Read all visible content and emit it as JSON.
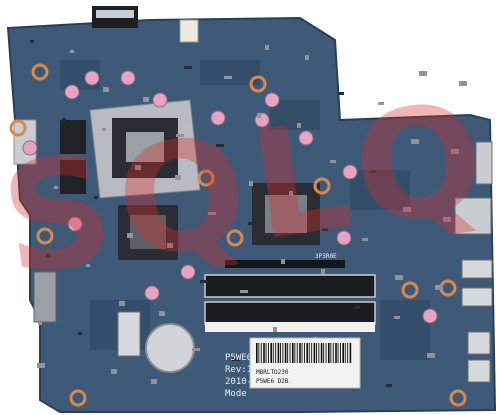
{
  "photo": {
    "subject": "laptop motherboard",
    "colors": {
      "pcb": "#3e5a78",
      "pcb_dark": "#2c4560",
      "pad": "#d98a4a",
      "chip": "#2a2e34",
      "capacitor": "#e6a3c4",
      "metal": "#c9ccd0",
      "heatsink": "#b8bcc2",
      "watermark": "#d92c2c",
      "label": "#f2f2ee"
    }
  },
  "board_print": {
    "model_prefix": "P5WE6",
    "revision": "Rev:1",
    "year_line": "2010-",
    "mode_line": "Mode",
    "socket_label": "3P3R0E",
    "sticker_line1": "MBRLTO230",
    "sticker_line2": "P5WE6 D2B"
  },
  "watermark": {
    "text": "SQLQ"
  }
}
